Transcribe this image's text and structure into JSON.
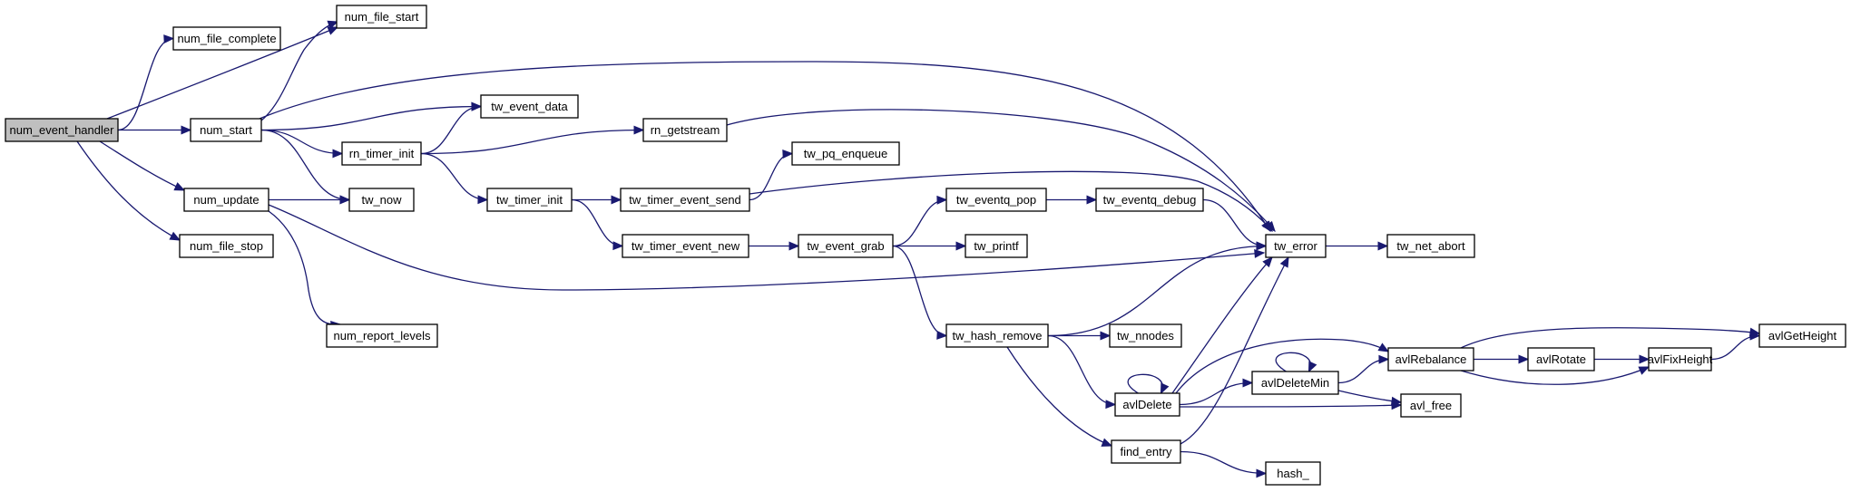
{
  "graph": {
    "nodes": [
      {
        "id": "n_num_event_handler",
        "label": "num_event_handler",
        "root": true
      },
      {
        "id": "n_num_file_complete",
        "label": "num_file_complete"
      },
      {
        "id": "n_num_file_start",
        "label": "num_file_start"
      },
      {
        "id": "n_num_start",
        "label": "num_start"
      },
      {
        "id": "n_num_update",
        "label": "num_update"
      },
      {
        "id": "n_num_file_stop",
        "label": "num_file_stop"
      },
      {
        "id": "n_tw_event_data",
        "label": "tw_event_data"
      },
      {
        "id": "n_rn_timer_init",
        "label": "rn_timer_init"
      },
      {
        "id": "n_tw_now",
        "label": "tw_now"
      },
      {
        "id": "n_num_report_levels",
        "label": "num_report_levels"
      },
      {
        "id": "n_rn_getstream",
        "label": "rn_getstream"
      },
      {
        "id": "n_tw_timer_init",
        "label": "tw_timer_init"
      },
      {
        "id": "n_tw_pq_enqueue",
        "label": "tw_pq_enqueue"
      },
      {
        "id": "n_tw_timer_event_send",
        "label": "tw_timer_event_send"
      },
      {
        "id": "n_tw_timer_event_new",
        "label": "tw_timer_event_new"
      },
      {
        "id": "n_tw_eventq_pop",
        "label": "tw_eventq_pop"
      },
      {
        "id": "n_tw_eventq_debug",
        "label": "tw_eventq_debug"
      },
      {
        "id": "n_tw_event_grab",
        "label": "tw_event_grab"
      },
      {
        "id": "n_tw_printf",
        "label": "tw_printf"
      },
      {
        "id": "n_tw_error",
        "label": "tw_error"
      },
      {
        "id": "n_tw_net_abort",
        "label": "tw_net_abort"
      },
      {
        "id": "n_tw_hash_remove",
        "label": "tw_hash_remove"
      },
      {
        "id": "n_tw_nnodes",
        "label": "tw_nnodes"
      },
      {
        "id": "n_avlDelete",
        "label": "avlDelete"
      },
      {
        "id": "n_avlDeleteMin",
        "label": "avlDeleteMin"
      },
      {
        "id": "n_avlRebalance",
        "label": "avlRebalance"
      },
      {
        "id": "n_avlRotate",
        "label": "avlRotate"
      },
      {
        "id": "n_avlFixHeight",
        "label": "avlFixHeight"
      },
      {
        "id": "n_avlGetHeight",
        "label": "avlGetHeight"
      },
      {
        "id": "n_avl_free",
        "label": "avl_free"
      },
      {
        "id": "n_find_entry",
        "label": "find_entry"
      },
      {
        "id": "n_hash_",
        "label": "hash_"
      }
    ],
    "edges": [
      [
        "n_num_event_handler",
        "n_num_file_complete"
      ],
      [
        "n_num_event_handler",
        "n_num_file_start"
      ],
      [
        "n_num_event_handler",
        "n_num_start"
      ],
      [
        "n_num_event_handler",
        "n_num_update"
      ],
      [
        "n_num_event_handler",
        "n_num_file_stop"
      ],
      [
        "n_num_start",
        "n_num_file_start"
      ],
      [
        "n_num_start",
        "n_tw_error"
      ],
      [
        "n_num_start",
        "n_tw_event_data"
      ],
      [
        "n_num_start",
        "n_rn_timer_init"
      ],
      [
        "n_num_start",
        "n_tw_now"
      ],
      [
        "n_num_update",
        "n_tw_now"
      ],
      [
        "n_num_update",
        "n_tw_error"
      ],
      [
        "n_num_update",
        "n_num_report_levels"
      ],
      [
        "n_rn_timer_init",
        "n_tw_event_data"
      ],
      [
        "n_rn_timer_init",
        "n_rn_getstream"
      ],
      [
        "n_rn_timer_init",
        "n_tw_timer_init"
      ],
      [
        "n_rn_getstream",
        "n_tw_error"
      ],
      [
        "n_tw_timer_init",
        "n_tw_timer_event_send"
      ],
      [
        "n_tw_timer_init",
        "n_tw_timer_event_new"
      ],
      [
        "n_tw_timer_event_send",
        "n_tw_pq_enqueue"
      ],
      [
        "n_tw_timer_event_send",
        "n_tw_error"
      ],
      [
        "n_tw_timer_event_new",
        "n_tw_event_grab"
      ],
      [
        "n_tw_event_grab",
        "n_tw_eventq_pop"
      ],
      [
        "n_tw_event_grab",
        "n_tw_printf"
      ],
      [
        "n_tw_event_grab",
        "n_tw_hash_remove"
      ],
      [
        "n_tw_eventq_pop",
        "n_tw_eventq_debug"
      ],
      [
        "n_tw_eventq_debug",
        "n_tw_error"
      ],
      [
        "n_tw_error",
        "n_tw_net_abort"
      ],
      [
        "n_tw_hash_remove",
        "n_tw_error"
      ],
      [
        "n_tw_hash_remove",
        "n_tw_nnodes"
      ],
      [
        "n_tw_hash_remove",
        "n_avlDelete"
      ],
      [
        "n_tw_hash_remove",
        "n_find_entry"
      ],
      [
        "n_avlDelete",
        "n_avlDelete"
      ],
      [
        "n_avlDelete",
        "n_tw_error"
      ],
      [
        "n_avlDelete",
        "n_avlDeleteMin"
      ],
      [
        "n_avlDelete",
        "n_avlRebalance"
      ],
      [
        "n_avlDelete",
        "n_avl_free"
      ],
      [
        "n_avlDeleteMin",
        "n_avlDeleteMin"
      ],
      [
        "n_avlDeleteMin",
        "n_avlRebalance"
      ],
      [
        "n_avlDeleteMin",
        "n_avl_free"
      ],
      [
        "n_avlRebalance",
        "n_avlRotate"
      ],
      [
        "n_avlRebalance",
        "n_avlFixHeight"
      ],
      [
        "n_avlRebalance",
        "n_avlGetHeight"
      ],
      [
        "n_avlRotate",
        "n_avlFixHeight"
      ],
      [
        "n_avlFixHeight",
        "n_avlGetHeight"
      ],
      [
        "n_find_entry",
        "n_tw_error"
      ],
      [
        "n_find_entry",
        "n_hash_"
      ]
    ]
  }
}
